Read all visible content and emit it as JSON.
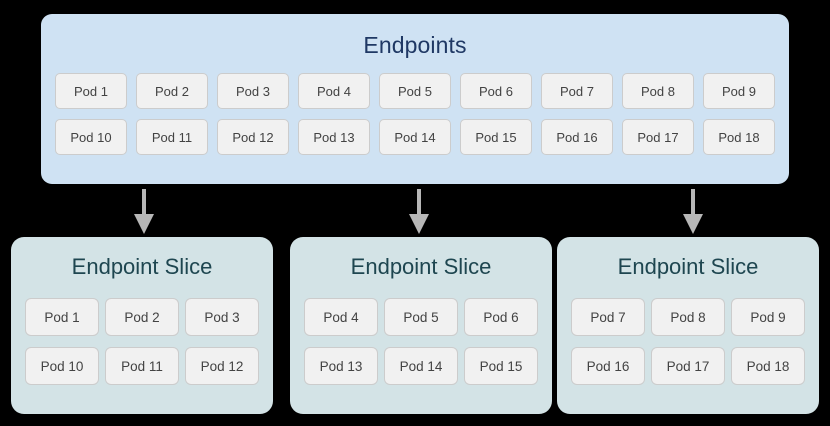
{
  "diagram": {
    "background_color": "#000000",
    "endpoints": {
      "title": "Endpoints",
      "box_color": "#cfe2f3",
      "title_color": "#1f3864",
      "rows": [
        [
          "Pod 1",
          "Pod 2",
          "Pod 3",
          "Pod 4",
          "Pod 5",
          "Pod 6",
          "Pod 7",
          "Pod 8",
          "Pod 9"
        ],
        [
          "Pod 10",
          "Pod 11",
          "Pod 12",
          "Pod 13",
          "Pod 14",
          "Pod 15",
          "Pod 16",
          "Pod 17",
          "Pod 18"
        ]
      ]
    },
    "arrows": {
      "color": "#b7b7b7",
      "direction": "down",
      "count": 3
    },
    "slices": [
      {
        "title": "Endpoint Slice",
        "box_color": "#d3e3e6",
        "title_color": "#1e4650",
        "rows": [
          [
            "Pod 1",
            "Pod 2",
            "Pod 3"
          ],
          [
            "Pod 10",
            "Pod 11",
            "Pod 12"
          ]
        ]
      },
      {
        "title": "Endpoint Slice",
        "box_color": "#d3e3e6",
        "title_color": "#1e4650",
        "rows": [
          [
            "Pod 4",
            "Pod 5",
            "Pod 6"
          ],
          [
            "Pod 13",
            "Pod 14",
            "Pod 15"
          ]
        ]
      },
      {
        "title": "Endpoint Slice",
        "box_color": "#d3e3e6",
        "title_color": "#1e4650",
        "rows": [
          [
            "Pod 7",
            "Pod 8",
            "Pod 9"
          ],
          [
            "Pod 16",
            "Pod 17",
            "Pod 18"
          ]
        ]
      }
    ],
    "chip_style": {
      "fill": "#f1f1f1",
      "border": "#cccccc",
      "text_color": "#434343"
    }
  }
}
